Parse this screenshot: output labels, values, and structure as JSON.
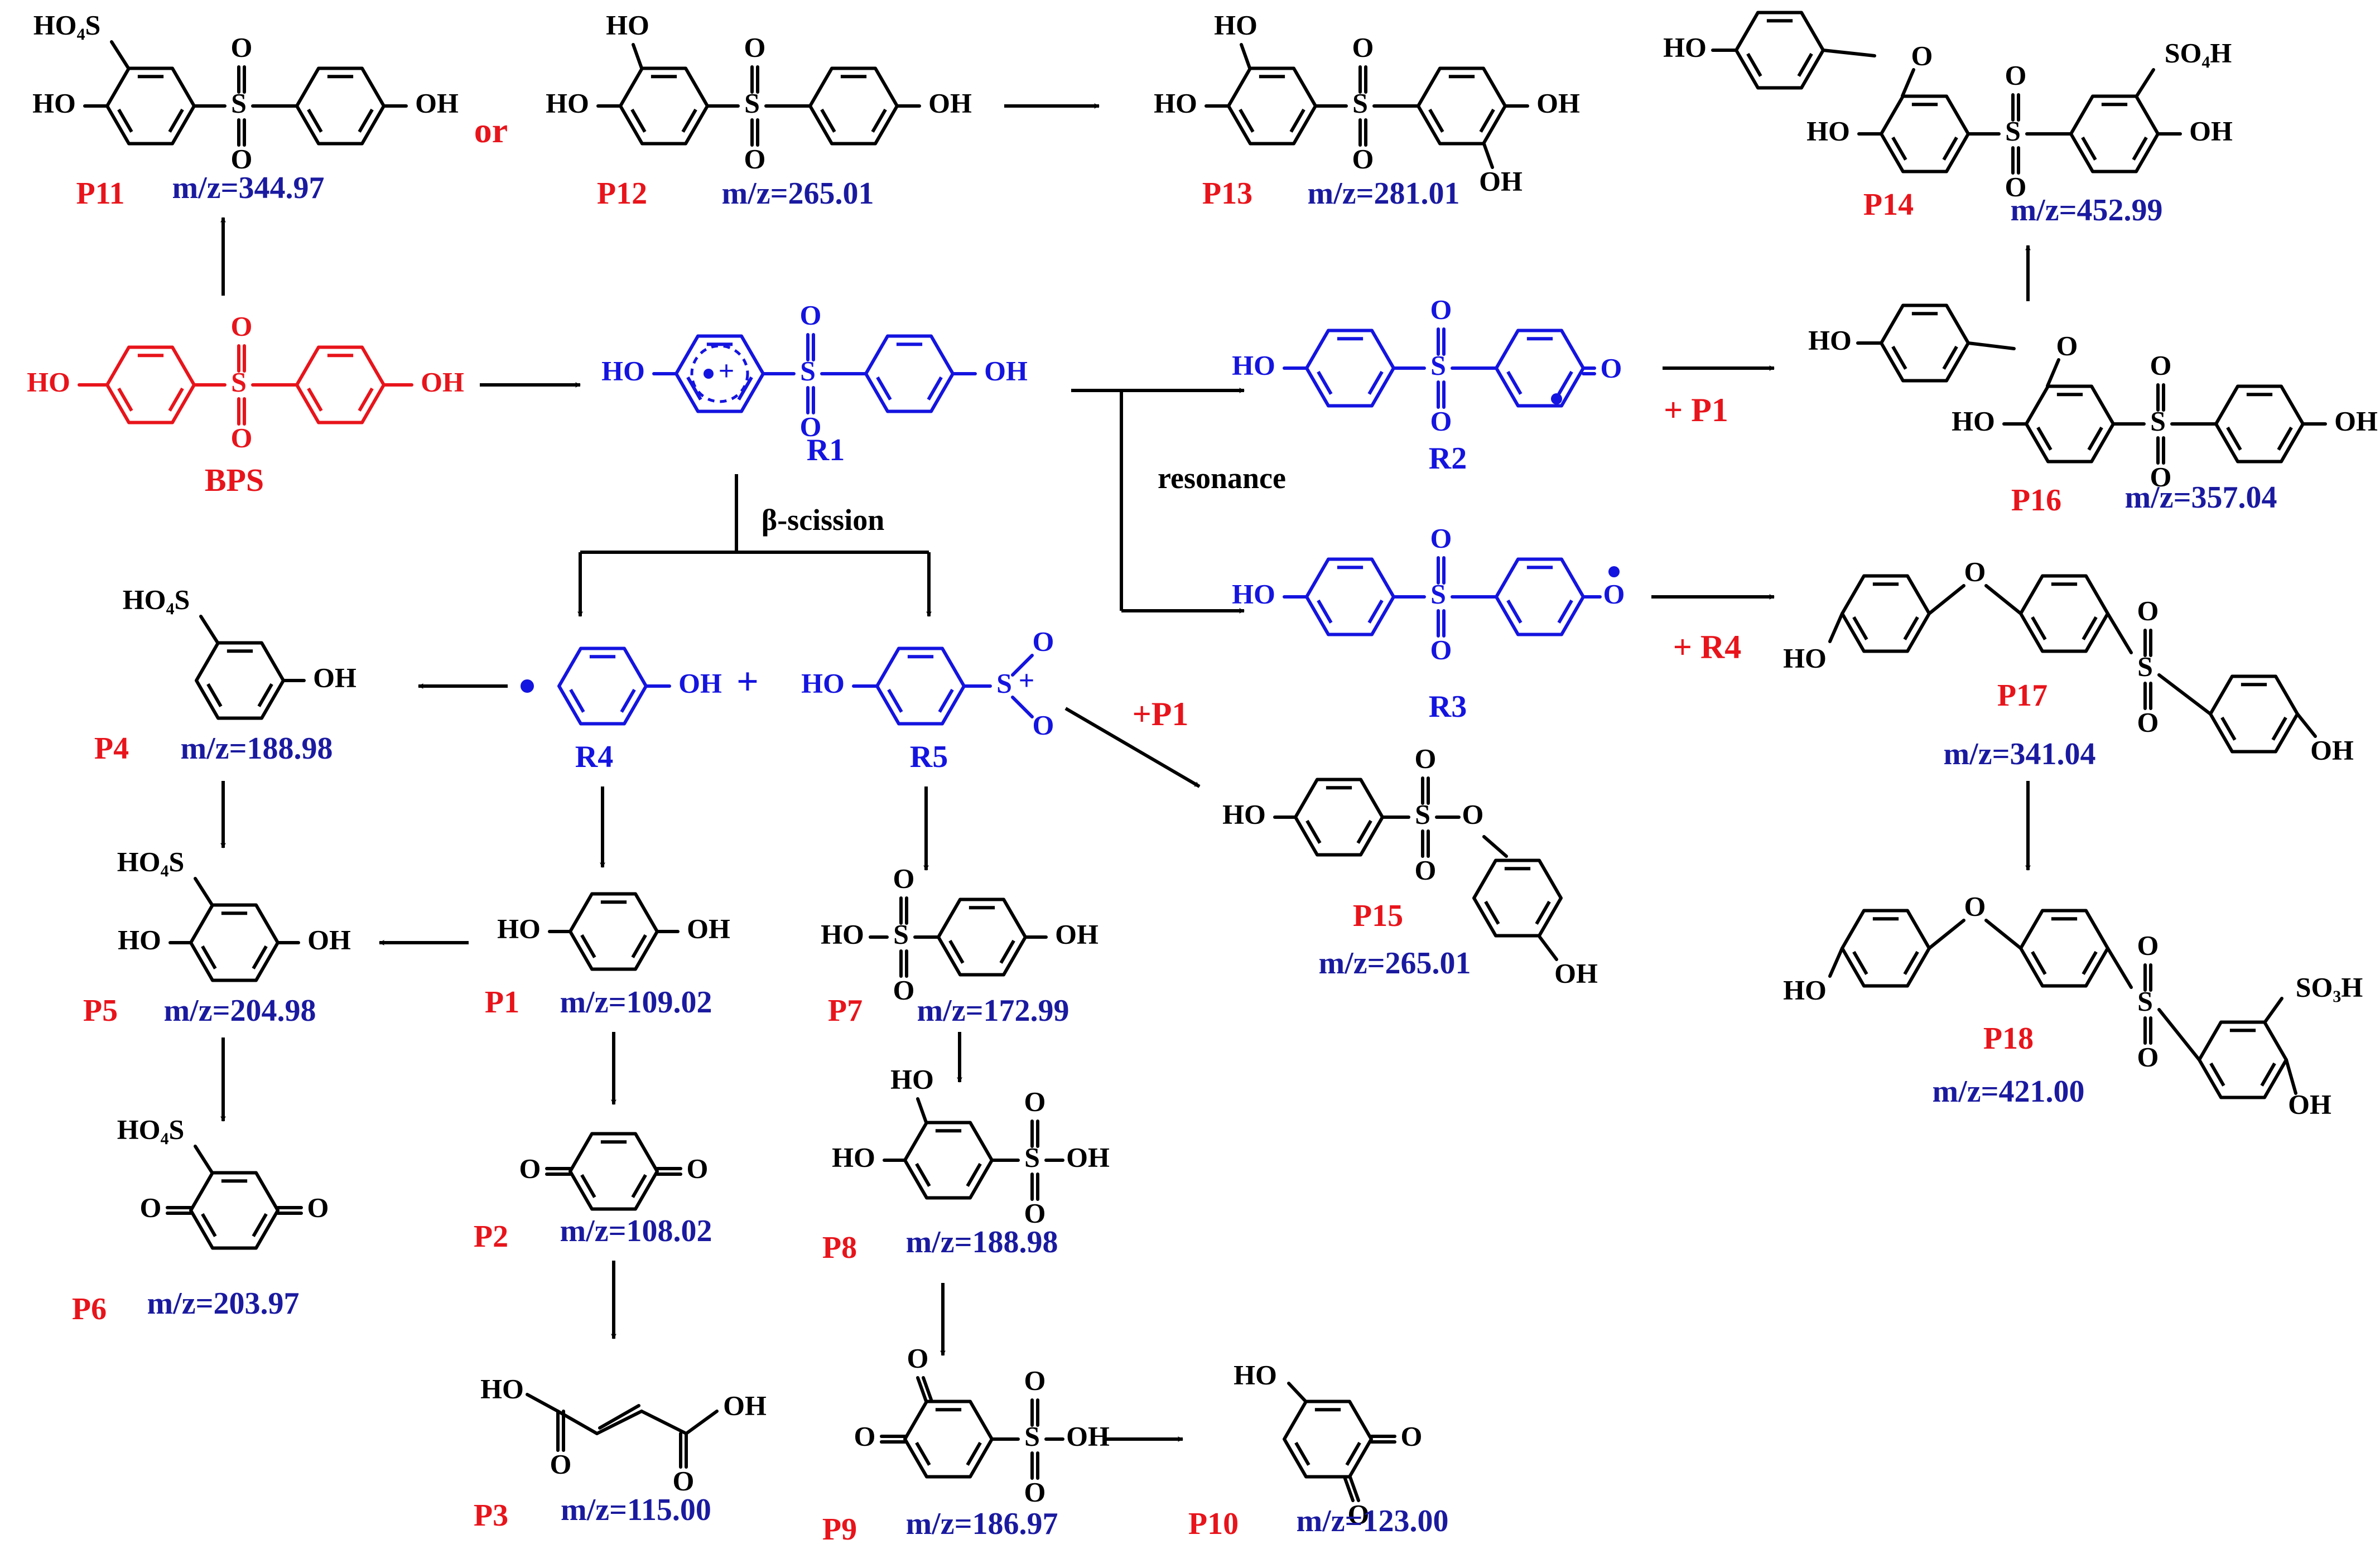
{
  "colors": {
    "product": "#e8141b",
    "mz": "#1a1aa0",
    "intermediate": "#1414e0",
    "bps": "#e8141b",
    "ink": "#000000"
  },
  "species": [
    {
      "id": "BPS",
      "label": "BPS",
      "mz": ""
    },
    {
      "id": "R1",
      "label": "R1",
      "mz": ""
    },
    {
      "id": "R2",
      "label": "R2",
      "mz": ""
    },
    {
      "id": "R3",
      "label": "R3",
      "mz": ""
    },
    {
      "id": "R4",
      "label": "R4",
      "mz": ""
    },
    {
      "id": "R5",
      "label": "R5",
      "mz": ""
    },
    {
      "id": "P1",
      "label": "P1",
      "mz": "m/z=109.02"
    },
    {
      "id": "P2",
      "label": "P2",
      "mz": "m/z=108.02"
    },
    {
      "id": "P3",
      "label": "P3",
      "mz": "m/z=115.00"
    },
    {
      "id": "P4",
      "label": "P4",
      "mz": "m/z=188.98"
    },
    {
      "id": "P5",
      "label": "P5",
      "mz": "m/z=204.98"
    },
    {
      "id": "P6",
      "label": "P6",
      "mz": "m/z=203.97"
    },
    {
      "id": "P7",
      "label": "P7",
      "mz": "m/z=172.99"
    },
    {
      "id": "P8",
      "label": "P8",
      "mz": "m/z=188.98"
    },
    {
      "id": "P9",
      "label": "P9",
      "mz": "m/z=186.97"
    },
    {
      "id": "P10",
      "label": "P10",
      "mz": "m/z=123.00"
    },
    {
      "id": "P11",
      "label": "P11",
      "mz": "m/z=344.97"
    },
    {
      "id": "P12",
      "label": "P12",
      "mz": "m/z=265.01"
    },
    {
      "id": "P13",
      "label": "P13",
      "mz": "m/z=281.01"
    },
    {
      "id": "P14",
      "label": "P14",
      "mz": "m/z=452.99"
    },
    {
      "id": "P15",
      "label": "P15",
      "mz": "m/z=265.01"
    },
    {
      "id": "P16",
      "label": "P16",
      "mz": "m/z=357.04"
    },
    {
      "id": "P17",
      "label": "P17",
      "mz": "m/z=341.04"
    },
    {
      "id": "P18",
      "label": "P18",
      "mz": "m/z=421.00"
    }
  ],
  "annotations": {
    "or": "or",
    "beta_scission": "β-scission",
    "resonance": "resonance",
    "plus_p1_r2": "+ P1",
    "plus_r4_r3": "+ R4",
    "plus_p1_r5": "+P1",
    "plus_r4_r5": "+"
  },
  "atoms": {
    "OH": "OH",
    "HO": "HO",
    "O": "O",
    "S": "S",
    "SO3H": "SO₃H",
    "SO4H": "SO₄H",
    "HO4S": "HO₄S",
    "SOH": "S–OH"
  }
}
